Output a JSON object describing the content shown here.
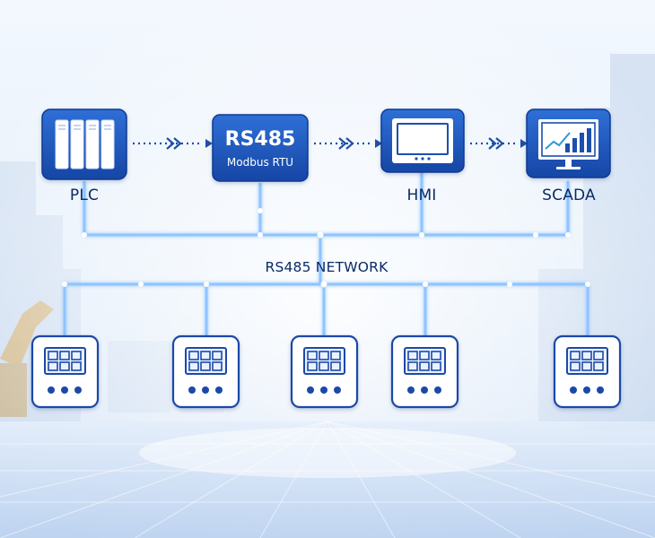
{
  "diagram": {
    "top_nodes": [
      {
        "id": "plc",
        "label": "PLC",
        "icon": "plc-rack-icon"
      },
      {
        "id": "converter",
        "title": "RS485",
        "subtitle": "Modbus RTU"
      },
      {
        "id": "hmi",
        "label": "HMI",
        "icon": "hmi-monitor-icon"
      },
      {
        "id": "scada",
        "label": "SCADA",
        "icon": "scada-chart-monitor-icon"
      }
    ],
    "network_label": "RS485 NETWORK",
    "field_devices": [
      {
        "id": "device-1",
        "icon": "meter-display-icon",
        "indicator_dots": 3
      },
      {
        "id": "device-2",
        "icon": "meter-display-icon",
        "indicator_dots": 3
      },
      {
        "id": "device-3",
        "icon": "meter-display-icon",
        "indicator_dots": 3
      },
      {
        "id": "device-4",
        "icon": "meter-display-icon",
        "indicator_dots": 3
      },
      {
        "id": "device-5",
        "icon": "meter-display-icon",
        "indicator_dots": 3
      }
    ]
  },
  "colors": {
    "node_blue": "#1e58c0",
    "node_blue_dark": "#123d94",
    "bus_line": "#8fc4ff",
    "device_outline": "#174aa8",
    "label_text": "#0b2a66",
    "background": "#e9f2fc"
  }
}
